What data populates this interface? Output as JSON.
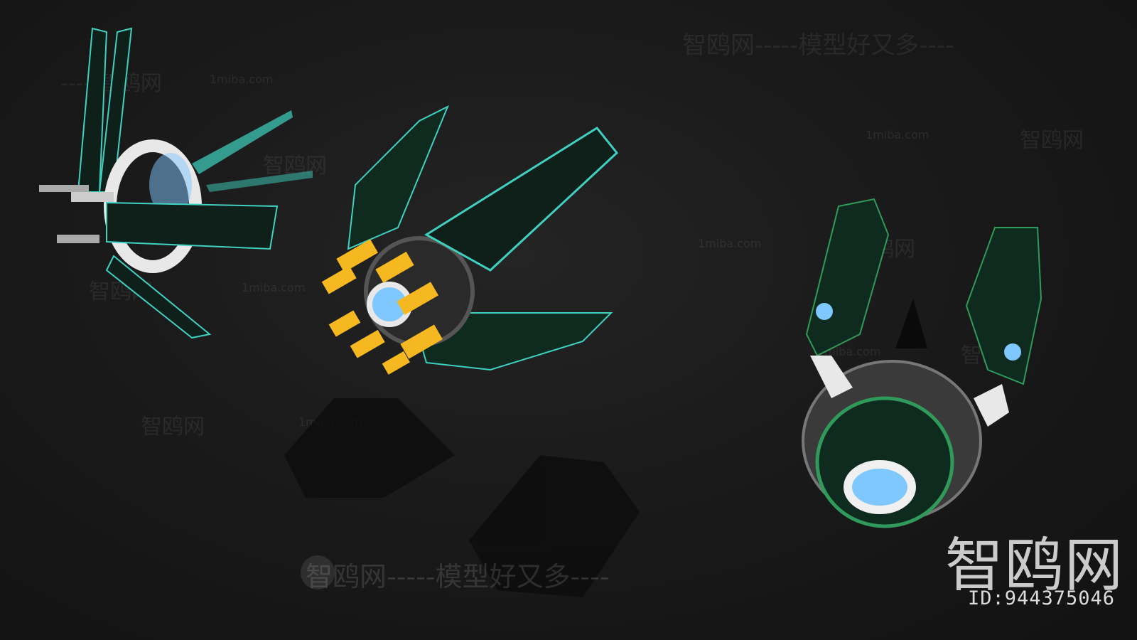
{
  "watermarks": {
    "top_right": "智鸥网-----模型好又多----",
    "site": "1miba.com",
    "brand": "智鸥网",
    "bottom": "智鸥网-----模型好又多----",
    "logo": "智鸥网",
    "id": "ID:944375046"
  },
  "colors": {
    "background": "#1a1a1a",
    "hull": "#0f1f1a",
    "glow_teal": "#3fd1c0",
    "glow_green": "#2f9a5a",
    "engine_yellow": "#f5b820",
    "engine_blue": "#7fc8ff",
    "metal_white": "#e8e8e8"
  }
}
